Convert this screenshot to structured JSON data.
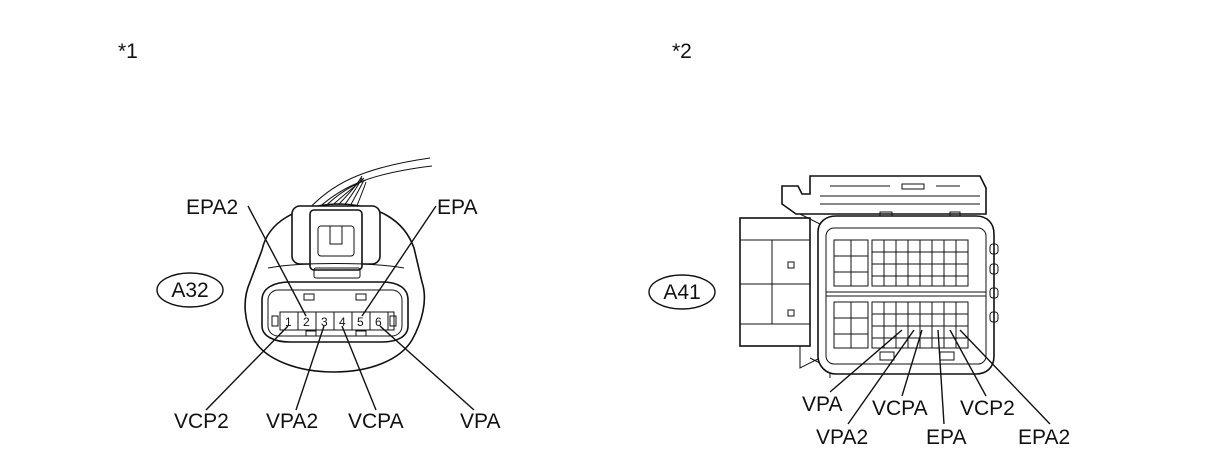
{
  "figures": [
    {
      "marker": "*1",
      "connector_id": "A32",
      "pin_numbers": [
        "1",
        "2",
        "3",
        "4",
        "5",
        "6"
      ],
      "top_labels": [
        "EPA2",
        "EPA"
      ],
      "bottom_labels": [
        "VCP2",
        "VPA2",
        "VCPA",
        "VPA"
      ]
    },
    {
      "marker": "*2",
      "connector_id": "A41",
      "bottom_labels_row1": [
        "VPA",
        "VCPA",
        "VCP2"
      ],
      "bottom_labels_row2": [
        "VPA2",
        "EPA",
        "EPA2"
      ]
    }
  ]
}
